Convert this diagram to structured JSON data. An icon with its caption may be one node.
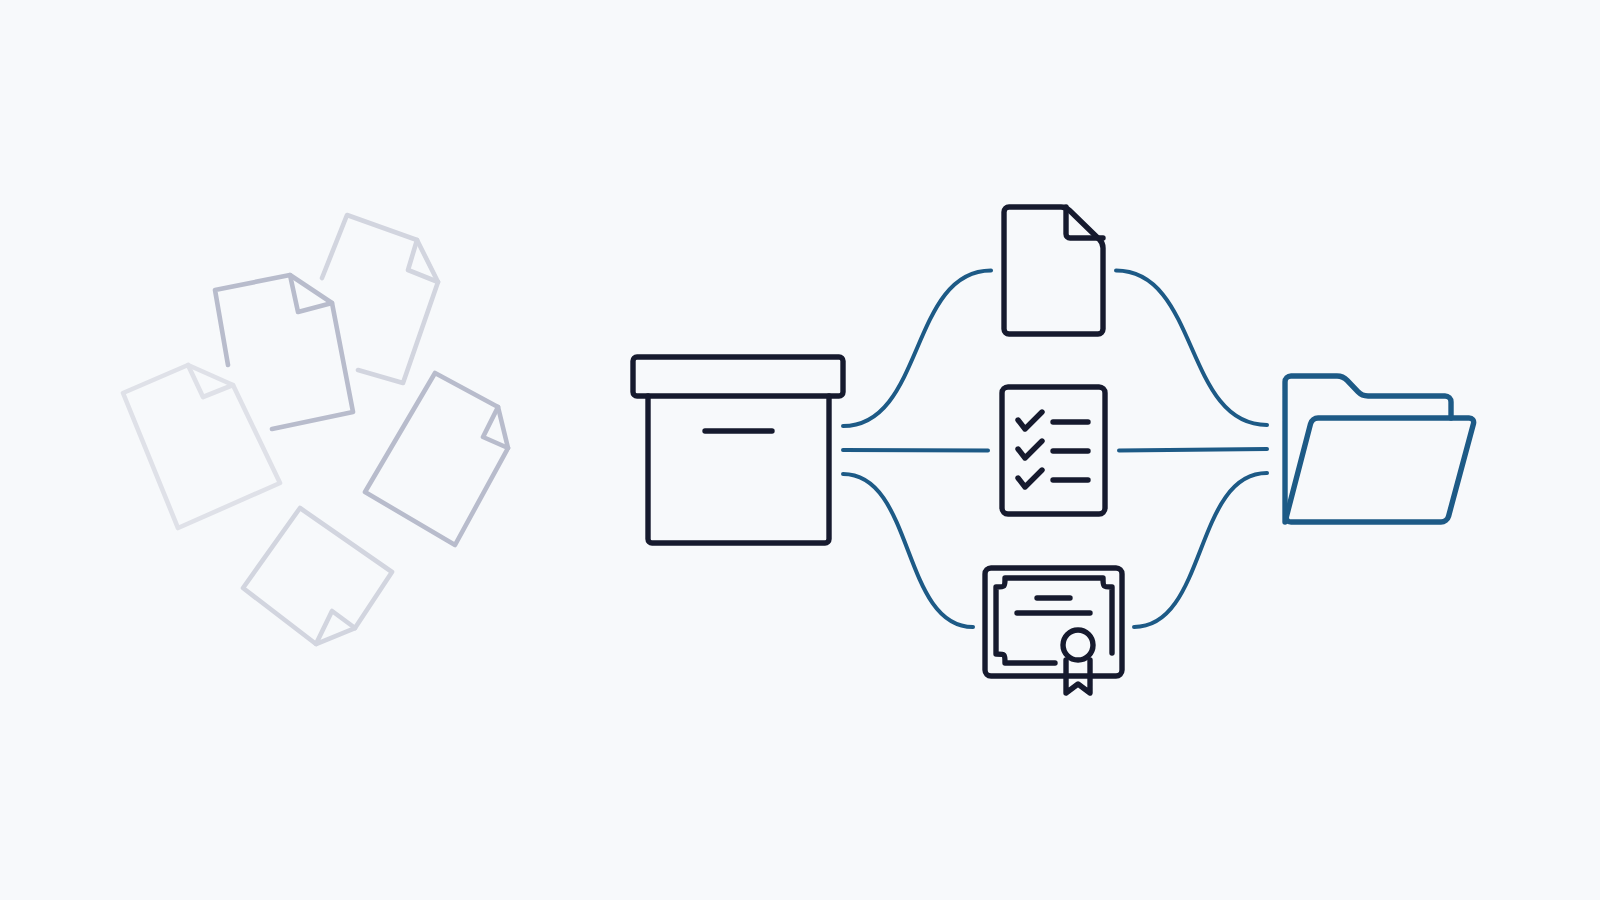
{
  "diagram": {
    "nodes": [
      {
        "text": [],
        "shape": "box"
      },
      {
        "text": [],
        "shape": "document"
      },
      {
        "text": [],
        "shape": "checklist"
      },
      {
        "text": [],
        "shape": "certificate"
      },
      {
        "text": [],
        "shape": "folder"
      }
    ],
    "edges": [
      {
        "from": 0,
        "to": 1,
        "arrow": "none"
      },
      {
        "from": 0,
        "to": 2,
        "arrow": "none"
      },
      {
        "from": 0,
        "to": 3,
        "arrow": "none"
      },
      {
        "from": 1,
        "to": 4,
        "arrow": "none"
      },
      {
        "from": 2,
        "to": 4,
        "arrow": "none"
      },
      {
        "from": 3,
        "to": 4,
        "arrow": "none"
      }
    ]
  }
}
